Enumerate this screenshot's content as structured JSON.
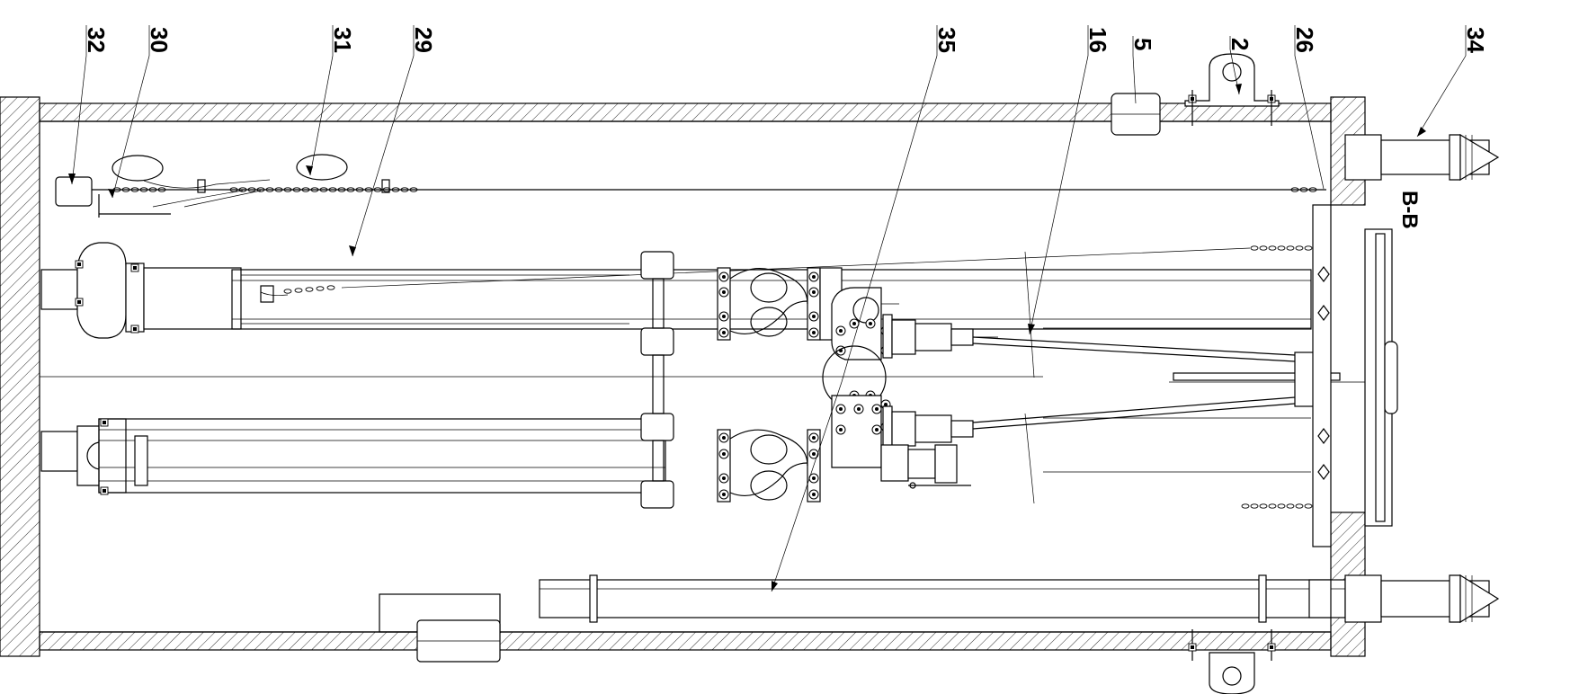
{
  "callouts": {
    "c32": "32",
    "c30": "30",
    "c31": "31",
    "c29": "29",
    "c35": "35",
    "c16": "16",
    "c5": "5",
    "c2": "2",
    "c26": "26",
    "c34": "34"
  },
  "section_label": "B-B"
}
